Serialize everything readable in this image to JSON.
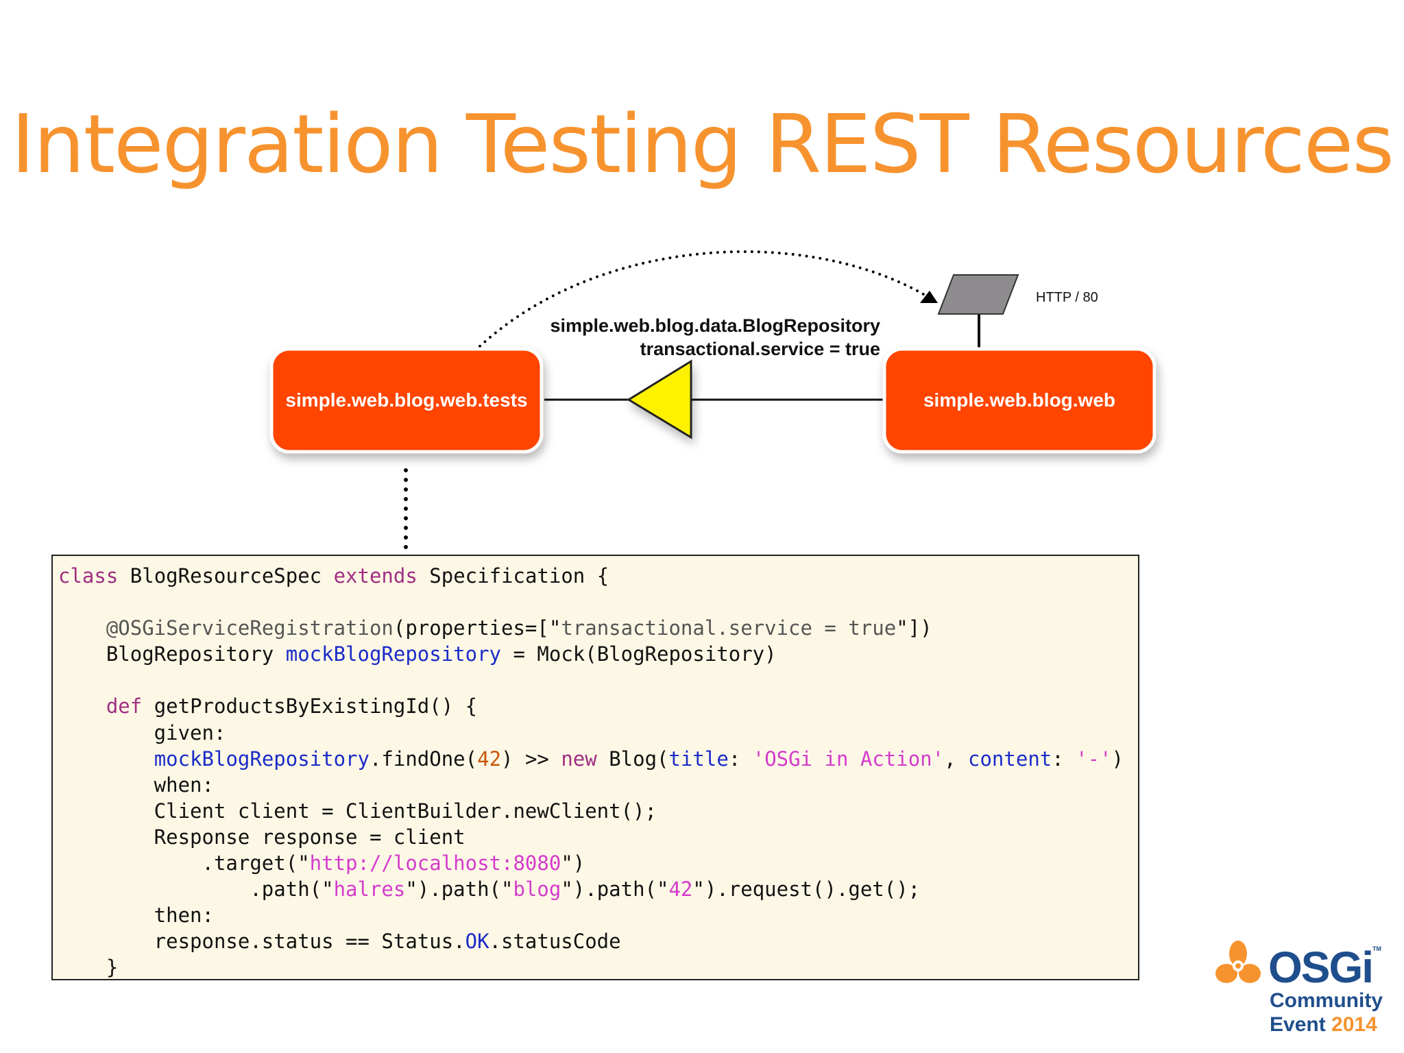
{
  "slide": {
    "title": "Integration Testing REST Resources"
  },
  "diagram": {
    "left_bundle": "simple.web.blog.web.tests",
    "right_bundle": "simple.web.blog.web",
    "service_name": "simple.web.blog.data.BlogRepository",
    "service_property": "transactional.service = true",
    "port_label": "HTTP / 80"
  },
  "code": {
    "lines": [
      [
        {
          "t": "class",
          "c": "kw"
        },
        {
          "t": " BlogResourceSpec "
        },
        {
          "t": "extends",
          "c": "kw"
        },
        {
          "t": " Specification {"
        }
      ],
      [],
      [
        {
          "t": "    "
        },
        {
          "t": "@OSGiServiceRegistration",
          "c": "ann"
        },
        {
          "t": "(properties=[\""
        },
        {
          "t": "transactional.service = true",
          "c": "ann"
        },
        {
          "t": "\"])"
        }
      ],
      [
        {
          "t": "    BlogRepository "
        },
        {
          "t": "mockBlogRepository",
          "c": "var"
        },
        {
          "t": " = Mock(BlogRepository)"
        }
      ],
      [],
      [
        {
          "t": "    "
        },
        {
          "t": "def",
          "c": "kw"
        },
        {
          "t": " getProductsByExistingId() {"
        }
      ],
      [
        {
          "t": "        given:"
        }
      ],
      [
        {
          "t": "        "
        },
        {
          "t": "mockBlogRepository",
          "c": "var"
        },
        {
          "t": ".findOne("
        },
        {
          "t": "42",
          "c": "num"
        },
        {
          "t": ") >> "
        },
        {
          "t": "new",
          "c": "kw"
        },
        {
          "t": " Blog("
        },
        {
          "t": "title",
          "c": "var"
        },
        {
          "t": ": "
        },
        {
          "t": "'OSGi in Action'",
          "c": "str"
        },
        {
          "t": ", "
        },
        {
          "t": "content",
          "c": "var"
        },
        {
          "t": ": "
        },
        {
          "t": "'-'",
          "c": "str"
        },
        {
          "t": ")"
        }
      ],
      [
        {
          "t": "        when:"
        }
      ],
      [
        {
          "t": "        Client client = ClientBuilder.newClient();"
        }
      ],
      [
        {
          "t": "        Response response = client"
        }
      ],
      [
        {
          "t": "            .target(\""
        },
        {
          "t": "http://localhost:8080",
          "c": "str"
        },
        {
          "t": "\")"
        }
      ],
      [
        {
          "t": "                .path(\""
        },
        {
          "t": "halres",
          "c": "str"
        },
        {
          "t": "\").path(\""
        },
        {
          "t": "blog",
          "c": "str"
        },
        {
          "t": "\").path(\""
        },
        {
          "t": "42",
          "c": "str"
        },
        {
          "t": "\").request().get();"
        }
      ],
      [
        {
          "t": "        then:"
        }
      ],
      [
        {
          "t": "        response.status == Status."
        },
        {
          "t": "OK",
          "c": "var"
        },
        {
          "t": ".statusCode"
        }
      ],
      [
        {
          "t": "    }"
        }
      ]
    ]
  },
  "logo": {
    "name": "OSGi",
    "tm": "TM",
    "line1": "Community",
    "line2_prefix": "Event ",
    "line2_year": "2014"
  },
  "colors": {
    "title": "#F7932F",
    "bundle_fill": "#FF4500",
    "service_triangle": "#FFF200",
    "port_fill": "#8E8C8E",
    "code_bg": "#FDF8E6",
    "keyword": "#A02D82",
    "variable": "#1A2BC8",
    "string": "#D43BCC",
    "number": "#C8570B"
  }
}
